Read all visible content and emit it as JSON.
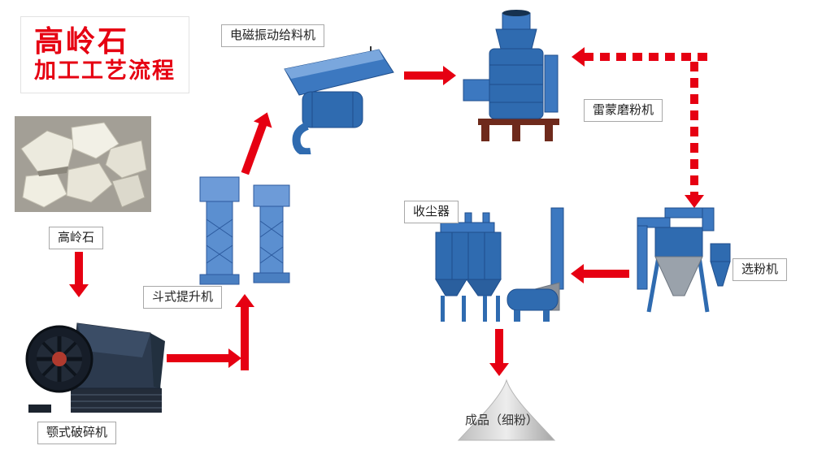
{
  "title": {
    "line1": "高岭石",
    "line2": "加工工艺流程"
  },
  "nodes": {
    "kaolin_photo_label": "高岭石",
    "jaw_crusher": "颚式破碎机",
    "bucket_elevator": "斗式提升机",
    "vibrating_feeder": "电磁振动给料机",
    "raymond_mill": "雷蒙磨粉机",
    "classifier": "选粉机",
    "dust_collector": "收尘器",
    "product": "成品（细粉）"
  },
  "colors": {
    "title_red": "#e60012",
    "arrow_red": "#e60012",
    "machine_blue": "#2f6bb0",
    "label_border": "#a8a8a8"
  }
}
